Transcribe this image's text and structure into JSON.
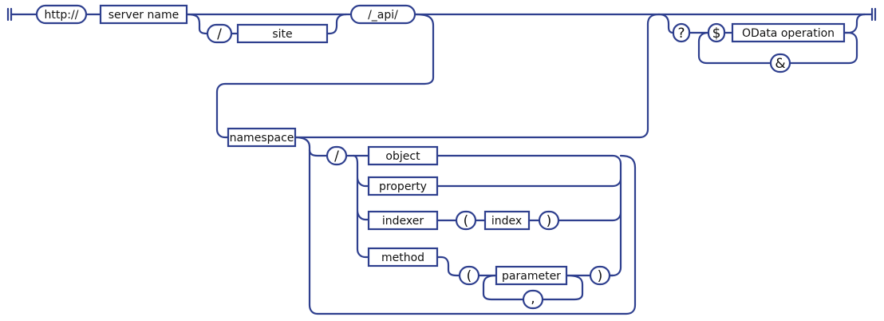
{
  "diagram": {
    "stroke_color": "#2e3f8e",
    "background": "#ffffff",
    "terminals": {
      "http": "http://",
      "slash_site": "/",
      "api": "/_api/",
      "question": "?",
      "dollar": "$",
      "amp": "&",
      "slash_ns": "/",
      "lparen_idx": "(",
      "rparen_idx": ")",
      "lparen_m": "(",
      "rparen_m": ")",
      "comma": ","
    },
    "nonterminals": {
      "server_name": "server name",
      "site": "site",
      "odata": "OData operation",
      "namespace": "namespace",
      "object": "object",
      "property": "property",
      "indexer": "indexer",
      "index": "index",
      "method": "method",
      "parameter": "parameter"
    }
  }
}
